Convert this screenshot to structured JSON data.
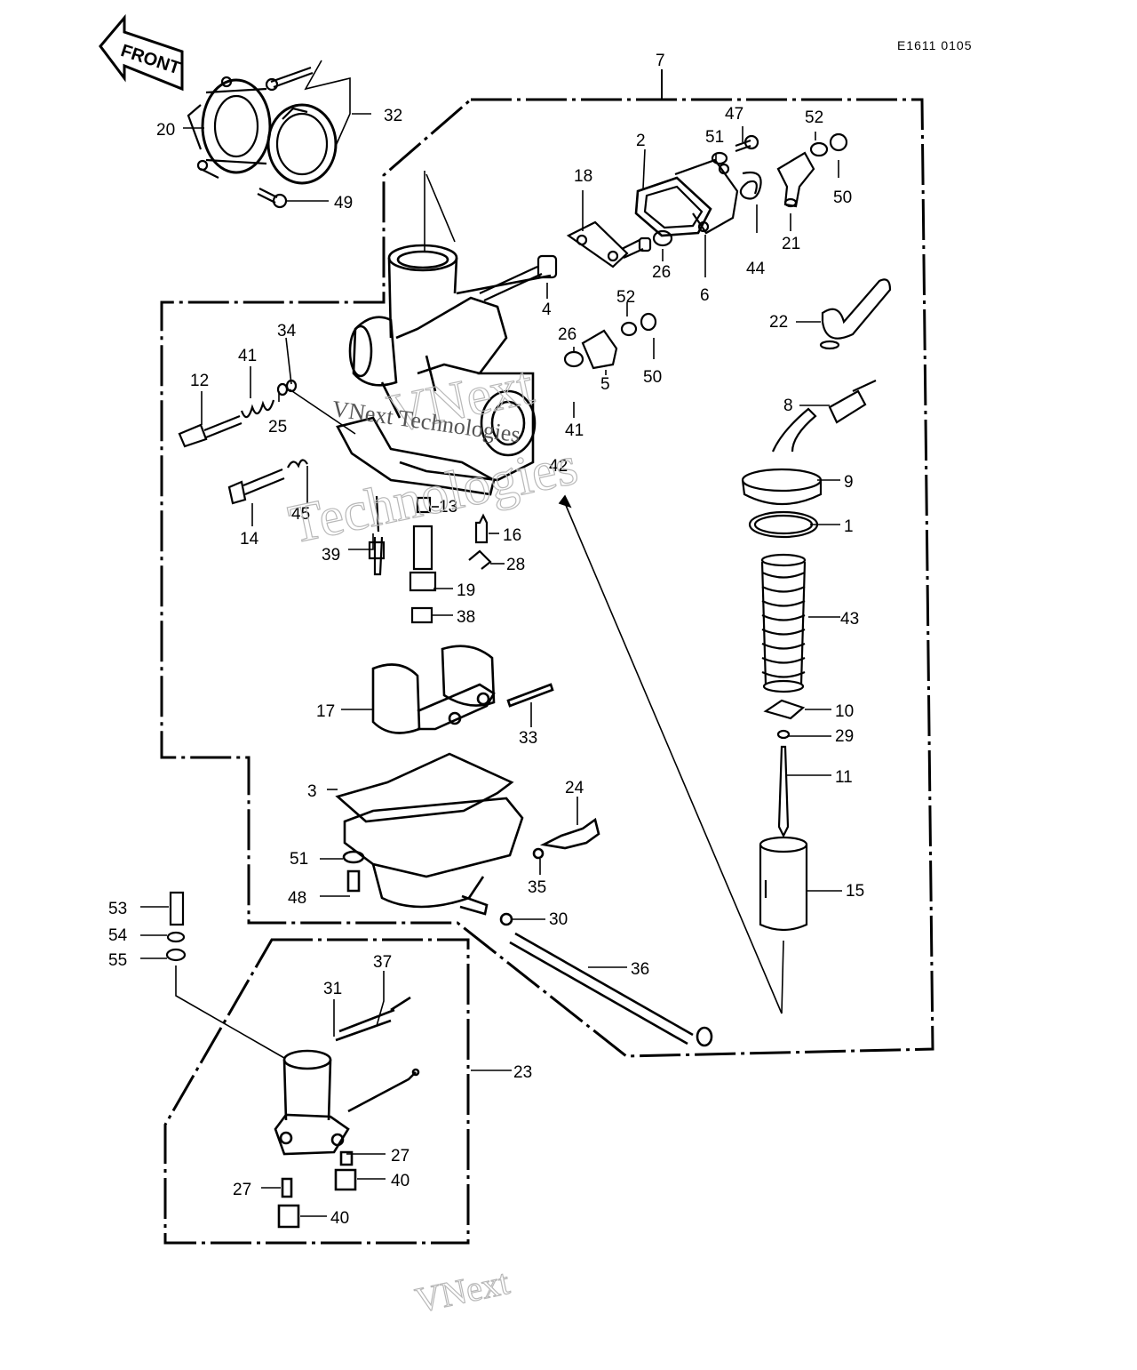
{
  "diagram": {
    "drawing_code": "E1611 0105",
    "front_label": "FRONT",
    "watermark_lines": [
      "VNext",
      "Technologies"
    ],
    "watermark_inline": "VNext Technologies",
    "watermark_bottom": "VNext",
    "callouts": [
      "7",
      "47",
      "52",
      "51",
      "2",
      "18",
      "32",
      "20",
      "49",
      "50",
      "21",
      "44",
      "26",
      "6",
      "4",
      "52",
      "34",
      "22",
      "26",
      "41",
      "12",
      "50",
      "5",
      "25",
      "8",
      "41",
      "42",
      "9",
      "45",
      "14",
      "13",
      "16",
      "1",
      "39",
      "28",
      "19",
      "38",
      "43",
      "17",
      "33",
      "10",
      "29",
      "11",
      "3",
      "24",
      "51",
      "35",
      "48",
      "15",
      "53",
      "30",
      "54",
      "36",
      "55",
      "37",
      "31",
      "23",
      "27",
      "27",
      "40",
      "40"
    ]
  }
}
